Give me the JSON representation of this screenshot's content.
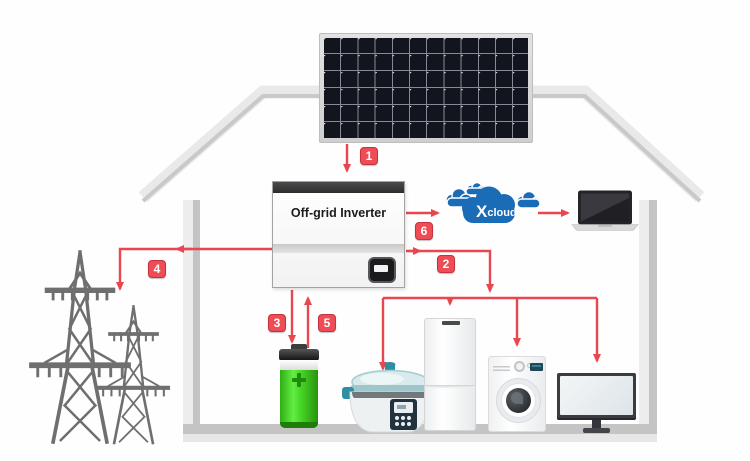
{
  "diagram": {
    "title_hidden": "",
    "inverter_label": "Off-grid Inverter",
    "cloud": {
      "brand_initial": "X",
      "brand_rest": "cloud"
    },
    "flow_badges": [
      {
        "num": "1"
      },
      {
        "num": "2"
      },
      {
        "num": "3"
      },
      {
        "num": "4"
      },
      {
        "num": "5"
      },
      {
        "num": "6"
      }
    ],
    "colors": {
      "flow_red": "#e8474f",
      "badge_red": "#ee4d55",
      "cloud_blue": "#1a6cb7",
      "battery_green": "#46d626",
      "structure_gray": "#e4e4e4",
      "tower_gray": "#6f6f6f",
      "panel_cell_dark": "#12151d"
    }
  }
}
